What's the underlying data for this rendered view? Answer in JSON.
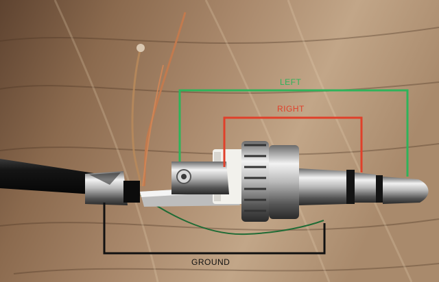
{
  "labels": {
    "left": "LEFT",
    "right": "RIGHT",
    "ground": "GROUND"
  },
  "colors": {
    "left": "#2fb35a",
    "right": "#e0402a",
    "ground": "#111111"
  }
}
